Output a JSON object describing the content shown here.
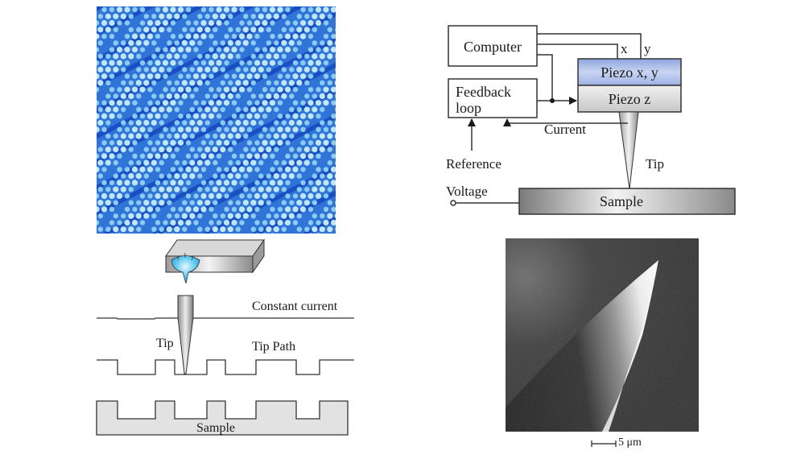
{
  "figure": {
    "stm_image": {
      "description": "STM topography of atomic surface lattice with diagonal stripes",
      "colors": {
        "dark": "#1a4fc4",
        "mid": "#3d86e0",
        "light": "#bfe6fb"
      }
    },
    "block_diagram": {
      "computer_label": "Computer",
      "x_label": "x",
      "y_label": "y",
      "piezo_xy_label": "Piezo x, y",
      "piezo_z_label": "Piezo z",
      "feedback_label_line1": "Feedback",
      "feedback_label_line2": "loop",
      "current_label": "Current",
      "reference_label": "Reference",
      "tip_label": "Tip",
      "voltage_label": "Voltage",
      "sample_label": "Sample",
      "colors": {
        "piezo_xy": "#aebde8",
        "piezo_z": "#e2e2e2",
        "sample": "#b8b8b8"
      }
    },
    "scan_diagram": {
      "constant_current_label": "Constant current",
      "tip_label": "Tip",
      "tip_path_label": "Tip Path",
      "sample_label": "Sample",
      "colors": {
        "cone": "#5ac8f0",
        "holder": "#c4c4c4",
        "sample": "#e2e2e2"
      }
    },
    "sem_image": {
      "description": "SEM micrograph of a sharp tip",
      "scale_bar_label": "5 μm"
    }
  }
}
